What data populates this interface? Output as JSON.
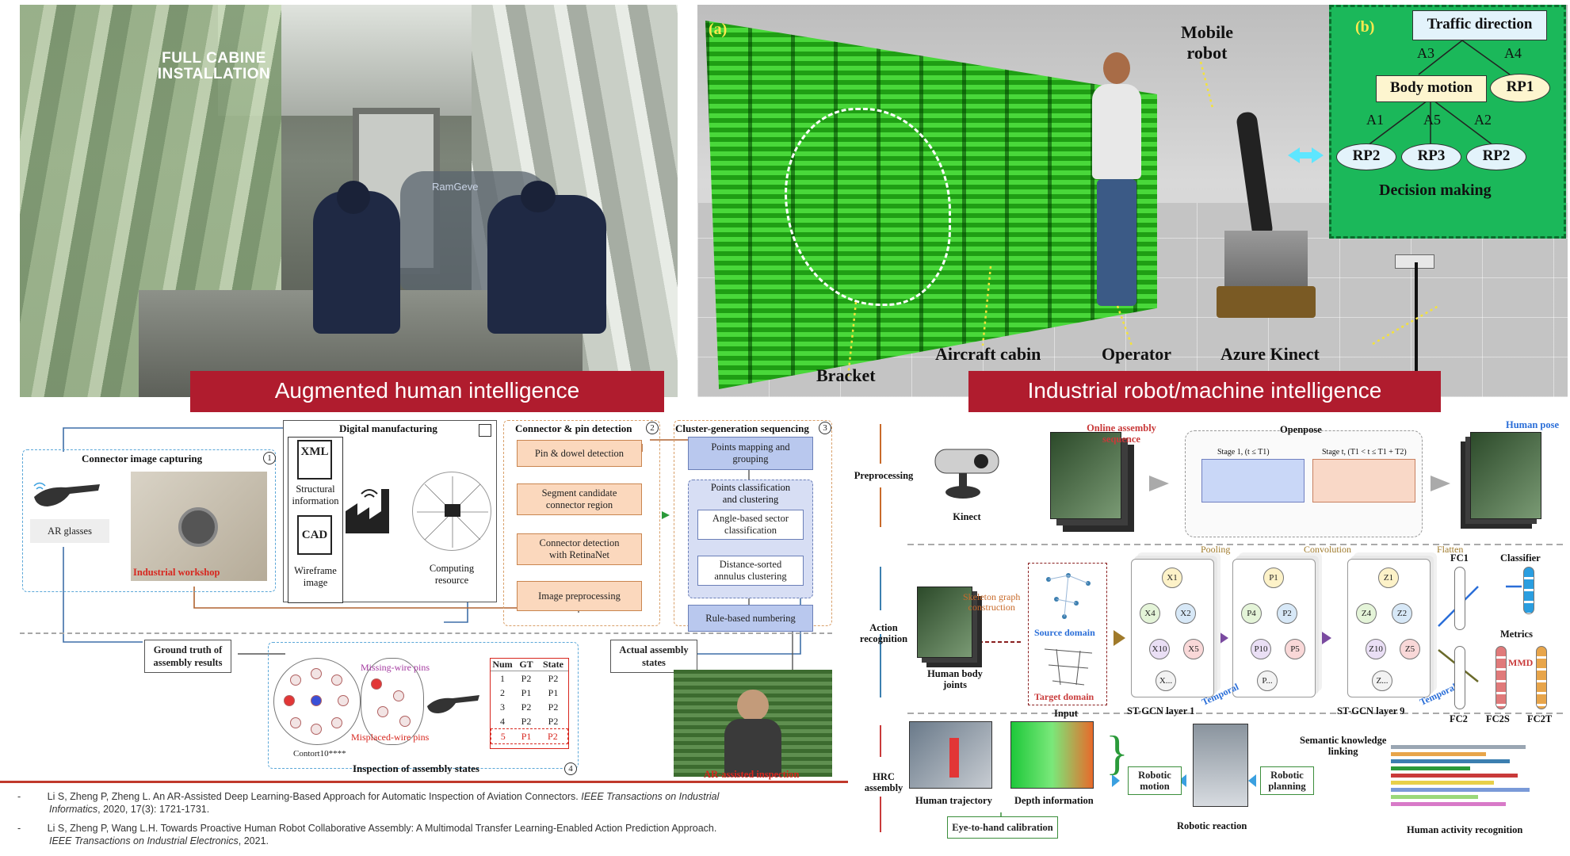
{
  "top_left": {
    "cabin_title_line1": "FULL CABINE",
    "cabin_title_line2": "INSTALLATION",
    "seat_brand": "RamGeve"
  },
  "top_right": {
    "tag_a": "(a)",
    "tag_b": "(b)",
    "labels": {
      "mobile_robot_1": "Mobile",
      "mobile_robot_2": "robot",
      "bracket": "Bracket",
      "aircraft_cabin": "Aircraft cabin",
      "operator": "Operator",
      "azure_kinect": "Azure Kinect"
    },
    "tree": {
      "traffic_direction": "Traffic direction",
      "body_motion": "Body motion",
      "rp1": "RP1",
      "rp2_left": "RP2",
      "rp3": "RP3",
      "rp2_right": "RP2",
      "a1": "A1",
      "a2": "A2",
      "a3": "A3",
      "a4": "A4",
      "a5": "A5",
      "decision_making": "Decision making"
    }
  },
  "banners": {
    "left": "Augmented human intelligence",
    "right": "Industrial robot/machine intelligence"
  },
  "bottom_left": {
    "connector_capture": "Connector image capturing",
    "ar_glasses": "AR glasses",
    "industrial_workshop": "Industrial workshop",
    "digital_manufacturing": "Digital manufacturing",
    "xml": "XML",
    "structural_information_1": "Structural",
    "structural_information_2": "information",
    "cad": "CAD",
    "wireframe_1": "Wireframe",
    "wireframe_2": "image",
    "computing_1": "Computing",
    "computing_2": "resource",
    "pin_section": "Connector & pin detection",
    "pin_dowel": "Pin & dowel detection",
    "segment_1": "Segment candidate",
    "segment_2": "connector region",
    "retina_1": "Connector detection",
    "retina_2": "with RetinaNet",
    "image_pre": "Image preprocessing",
    "cluster_section": "Cluster-generation sequencing",
    "points_map_1": "Points mapping and",
    "points_map_2": "grouping",
    "points_class_1": "Points classification",
    "points_class_2": "and clustering",
    "angle_1": "Angle-based sector",
    "angle_2": "classification",
    "distance_1": "Distance-sorted",
    "distance_2": "annulus clustering",
    "rule_num": "Rule-based numbering",
    "ground_truth_1": "Ground truth of",
    "ground_truth_2": "assembly results",
    "actual_states_1": "Actual assembly",
    "actual_states_2": "states",
    "missing_pins": "Missing-wire pins",
    "misplaced_pins": "Misplaced-wire pins",
    "contort": "Contort10****",
    "inspection": "Inspection of assembly states",
    "ar_inspection": "AR-assisted inspection",
    "step1": "1",
    "step2": "2",
    "step3": "3",
    "step4": "4",
    "table_headers": [
      "Num",
      "GT",
      "State"
    ],
    "table_rows": [
      [
        "1",
        "P2",
        "P2"
      ],
      [
        "2",
        "P1",
        "P1"
      ],
      [
        "3",
        "P2",
        "P2"
      ],
      [
        "4",
        "P2",
        "P2"
      ],
      [
        "5",
        "P1",
        "P2"
      ]
    ]
  },
  "bottom_right": {
    "preprocessing": "Preprocessing",
    "kinect": "Kinect",
    "online_seq_1": "Online assembly",
    "online_seq_2": "sequence",
    "openpose": "Openpose",
    "stage1": "Stage 1, (t ≤ T1)",
    "stage_t": "Stage t, (T1 < t ≤ T1 + T2)",
    "human_pose": "Human pose",
    "action_recognition_1": "Action",
    "action_recognition_2": "recognition",
    "skeleton_1": "Skeleton graph",
    "skeleton_2": "construction",
    "source_domain": "Source domain",
    "target_domain": "Target domain",
    "input": "Input",
    "human_joints_1": "Human body",
    "human_joints_2": "joints",
    "pooling": "Pooling",
    "convolution": "Convolution",
    "flatten": "Flatten",
    "stgcn1": "ST-GCN layer 1",
    "stgcn9": "ST-GCN layer 9",
    "temporal": "Temporal",
    "fc1": "FC1",
    "fc2": "FC2",
    "fc2s": "FC2S",
    "fc2t": "FC2T",
    "classifier": "Classifier",
    "metrics": "Metrics",
    "mmd": "MMD",
    "nodes": [
      "X1",
      "X2",
      "X4",
      "X10",
      "X5",
      "X...",
      "P1",
      "P2",
      "P4",
      "P10",
      "P5",
      "P...",
      "Z1",
      "Z2",
      "Z4",
      "Z10",
      "Z5",
      "Z..."
    ],
    "hrc_1": "HRC",
    "hrc_2": "assembly",
    "human_trajectory": "Human trajectory",
    "depth_info": "Depth information",
    "eye_to_hand": "Eye-to-hand calibration",
    "robotic_motion_1": "Robotic",
    "robotic_motion_2": "motion",
    "robotic_reaction": "Robotic reaction",
    "robotic_planning_1": "Robotic",
    "robotic_planning_2": "planning",
    "semantic_1": "Semantic knowledge",
    "semantic_2": "linking",
    "human_activity": "Human activity recognition"
  },
  "references": {
    "bullet": "-",
    "ref1_line1_a": "Li S, Zheng P, Zheng L. An AR-Assisted Deep Learning-Based Approach for Automatic Inspection of Aviation Connectors. ",
    "ref1_line1_b": "IEEE Transactions on Industrial",
    "ref1_line2_a": "Informatics",
    "ref1_line2_b": ", 2020, 17(3): 1721-1731.",
    "ref2_line1": "Li S, Zheng P, Wang L.H. Towards Proactive Human Robot Collaborative Assembly: A Multimodal Transfer Learning-Enabled Action Prediction Approach.",
    "ref2_line2_a": "IEEE Transactions on Industrial Electronics",
    "ref2_line2_b": ", 2021."
  },
  "colors": {
    "banner": "#b01c2e",
    "red_rule": "#c0392b",
    "orange_box": "#fbd8bd",
    "blue_box": "#b9c8ee",
    "green_panel": "#1bb85a"
  }
}
